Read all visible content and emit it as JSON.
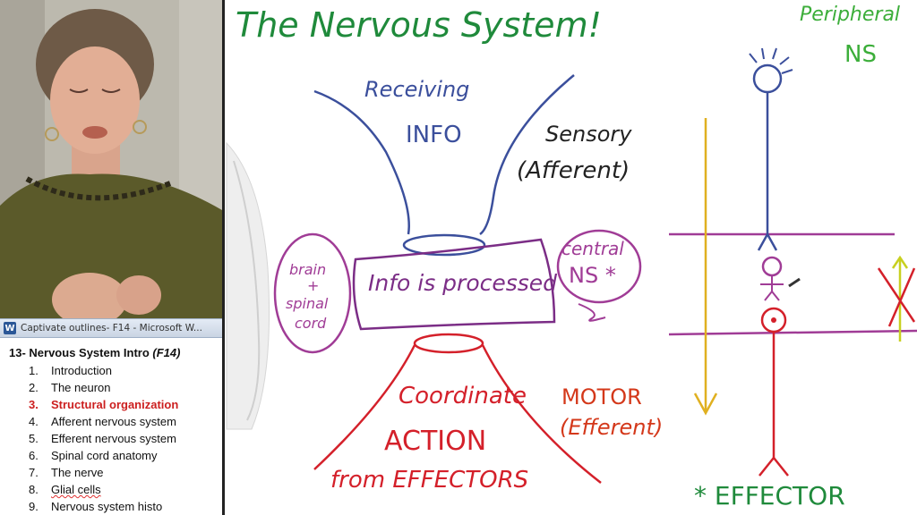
{
  "taskbar": {
    "title": "Captivate outlines- F14 - Microsoft W...",
    "app_icon": "word-icon"
  },
  "outline": {
    "heading": "13- Nervous System Intro",
    "course": "(F14)",
    "items": [
      {
        "num": "1.",
        "label": "Introduction"
      },
      {
        "num": "2.",
        "label": "The neuron"
      },
      {
        "num": "3.",
        "label": "Structural organization"
      },
      {
        "num": "4.",
        "label": "Afferent nervous system"
      },
      {
        "num": "5.",
        "label": "Efferent nervous system"
      },
      {
        "num": "6.",
        "label": "Spinal cord anatomy"
      },
      {
        "num": "7.",
        "label": "The nerve"
      },
      {
        "num": "8.",
        "label": "Glial cells"
      },
      {
        "num": "9.",
        "label": "Nervous system histo"
      }
    ],
    "active_index": 2,
    "active_color": "#cc1f1f"
  },
  "board": {
    "title": "The Nervous System!",
    "peripheral": "Peripheral",
    "ns": "NS",
    "receiving": "Receiving",
    "info": "INFO",
    "sensory": "Sensory",
    "afferent": "(Afferent)",
    "brain": "brain",
    "plus": "+",
    "spinal": "spinal",
    "cord": "cord",
    "processed": "Info is processed",
    "central": "central",
    "central_ns": "NS *",
    "coordinate": "Coordinate",
    "action": "ACTION",
    "from_effectors": "from EFFECTORS",
    "motor": "MOTOR",
    "efferent": "(Efferent)",
    "effector": "* EFFECTOR",
    "colors": {
      "green": "#1f8a3b",
      "bright_green": "#3cae3a",
      "blue": "#3b4f9c",
      "purple": "#7b2d86",
      "red": "#d4202a",
      "orange_red": "#d4381a",
      "magenta": "#a03c96",
      "yellow": "#e0b020"
    }
  }
}
